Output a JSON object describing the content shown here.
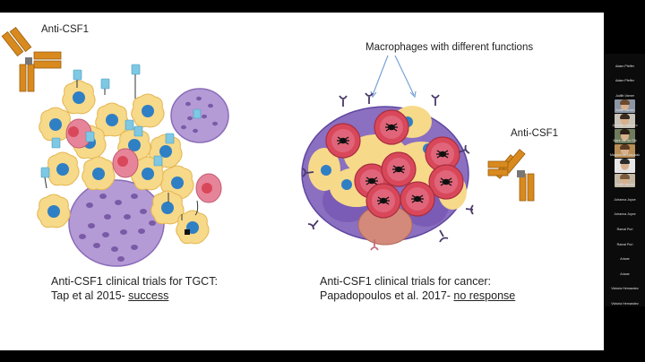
{
  "slide": {
    "left_antibody_label": "Anti-CSF1",
    "macrophages_label": "Macrophages with different functions",
    "right_antibody_label": "Anti-CSF1",
    "left_caption_line1": "Anti-CSF1 clinical trials for TGCT:",
    "left_caption_line2_prefix": "Tap et al 2015- ",
    "left_caption_line2_result": "success",
    "right_caption_line1": "Anti-CSF1 clinical trials for cancer:",
    "right_caption_line2_prefix": "Papadopoulos et al. 2017- ",
    "right_caption_line2_result": "no response"
  },
  "participants": [
    {
      "name": "Adam Pfeffer",
      "video": false
    },
    {
      "name": "Adam Pfeffer",
      "video": false
    },
    {
      "name": "Judith Varner",
      "video": false
    },
    {
      "name": "Judith Varner",
      "video": true,
      "bg": "#8c96a6",
      "hair": "#6b4a2e"
    },
    {
      "name": "Jennifer Guerrero",
      "video": true,
      "bg": "#c9c3b8",
      "hair": "#3a2a1f"
    },
    {
      "name": "Mark van de Rijt",
      "video": true,
      "bg": "#6e7b5c",
      "hair": "#2c1e14"
    },
    {
      "name": "Magdalena Matusiak",
      "video": true,
      "bg": "#b98e56",
      "hair": "#5a3a22"
    },
    {
      "name": "Tyler Miller",
      "video": true,
      "bg": "#e6e6e6",
      "hair": "#2a2a2a"
    },
    {
      "name": "Judith Varner",
      "video": true,
      "bg": "#c4b7a6",
      "hair": "#7a5a3a"
    },
    {
      "name": "Johanna Joyce",
      "video": false
    },
    {
      "name": "Johanna Joyce",
      "video": false
    },
    {
      "name": "Ramal Puri",
      "video": false
    },
    {
      "name": "Ramal Puri",
      "video": false
    },
    {
      "name": "Ariane",
      "video": false
    },
    {
      "name": "Ariane",
      "video": false
    },
    {
      "name": "Victoria Hernandez",
      "video": false
    },
    {
      "name": "Victoria Hernandez",
      "video": false
    }
  ],
  "colors": {
    "macrophage_yellow": "#f7d98a",
    "nucleus_blue": "#2f7fc4",
    "tumor_purple": "#a58cc9",
    "cancer_red": "#d9485a",
    "cancer_pink": "#e6849a",
    "antibody_orange": "#d98a1e",
    "receptor_cyan": "#7ec8e3"
  }
}
